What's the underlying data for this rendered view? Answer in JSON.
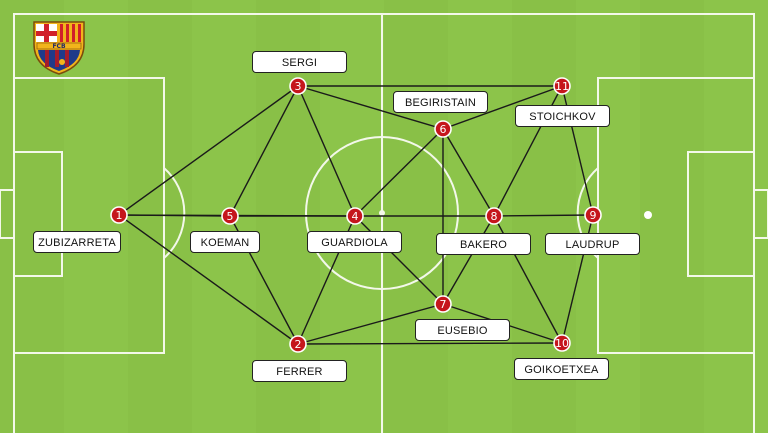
{
  "colors": {
    "pitch": "#8cc44a",
    "pitch_lines": "#f3f8ea",
    "edge": "#1a1a1a",
    "node_fill": "#c5161c",
    "node_stroke": "#ffffff",
    "label_bg": "#ffffff",
    "label_border": "#222222"
  },
  "crest": {
    "icon": "fc-barcelona-crest-icon",
    "text": "FCB"
  },
  "players": [
    {
      "id": 1,
      "number": "1",
      "name": "ZUBIZARRETA"
    },
    {
      "id": 2,
      "number": "2",
      "name": "FERRER"
    },
    {
      "id": 3,
      "number": "3",
      "name": "SERGI"
    },
    {
      "id": 4,
      "number": "4",
      "name": "GUARDIOLA"
    },
    {
      "id": 5,
      "number": "5",
      "name": "KOEMAN"
    },
    {
      "id": 6,
      "number": "6",
      "name": "BEGIRISTAIN"
    },
    {
      "id": 7,
      "number": "7",
      "name": "EUSEBIO"
    },
    {
      "id": 8,
      "number": "8",
      "name": "BAKERO"
    },
    {
      "id": 9,
      "number": "9",
      "name": "LAUDRUP"
    },
    {
      "id": 10,
      "number": "10",
      "name": "GOIKOETXEA"
    },
    {
      "id": 11,
      "number": "11",
      "name": "STOICHKOV"
    }
  ],
  "passes": [
    [
      1,
      3
    ],
    [
      1,
      5
    ],
    [
      1,
      2
    ],
    [
      1,
      4
    ],
    [
      3,
      5
    ],
    [
      3,
      4
    ],
    [
      3,
      11
    ],
    [
      3,
      6
    ],
    [
      5,
      2
    ],
    [
      5,
      4
    ],
    [
      4,
      6
    ],
    [
      4,
      2
    ],
    [
      4,
      7
    ],
    [
      4,
      8
    ],
    [
      6,
      11
    ],
    [
      6,
      8
    ],
    [
      6,
      7
    ],
    [
      8,
      11
    ],
    [
      8,
      9
    ],
    [
      8,
      7
    ],
    [
      8,
      10
    ],
    [
      11,
      9
    ],
    [
      9,
      10
    ],
    [
      7,
      10
    ],
    [
      7,
      2
    ],
    [
      2,
      10
    ]
  ]
}
